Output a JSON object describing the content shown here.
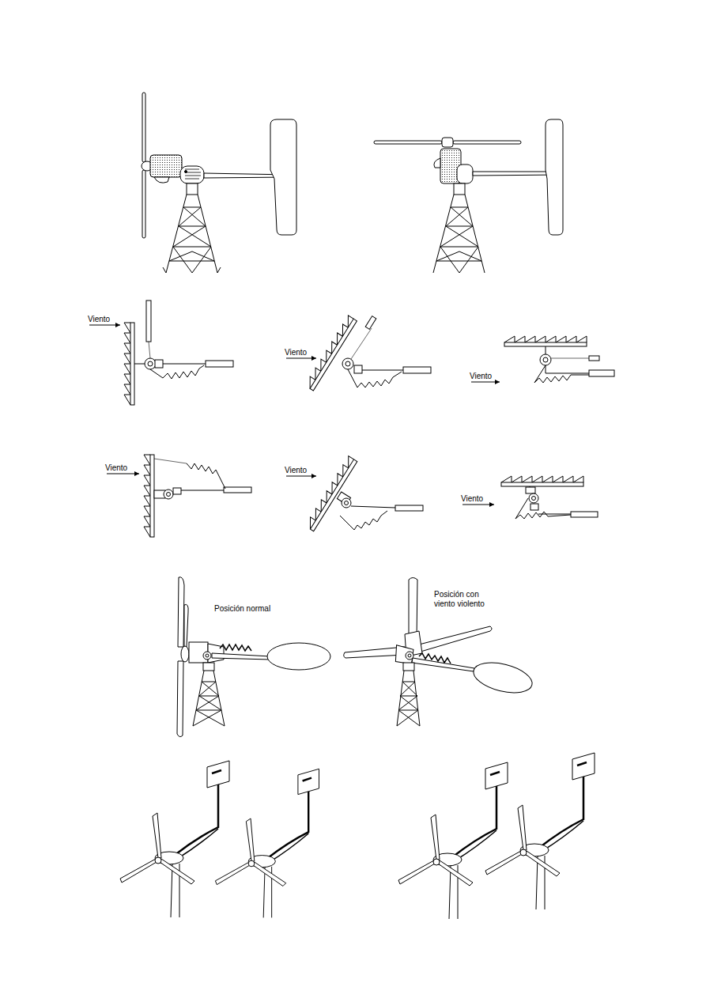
{
  "diagram": {
    "labels": [
      "Viento",
      "Viento",
      "Viento",
      "Viento",
      "Viento",
      "Viento",
      "Posición normal",
      "Posición con viento violento"
    ]
  }
}
